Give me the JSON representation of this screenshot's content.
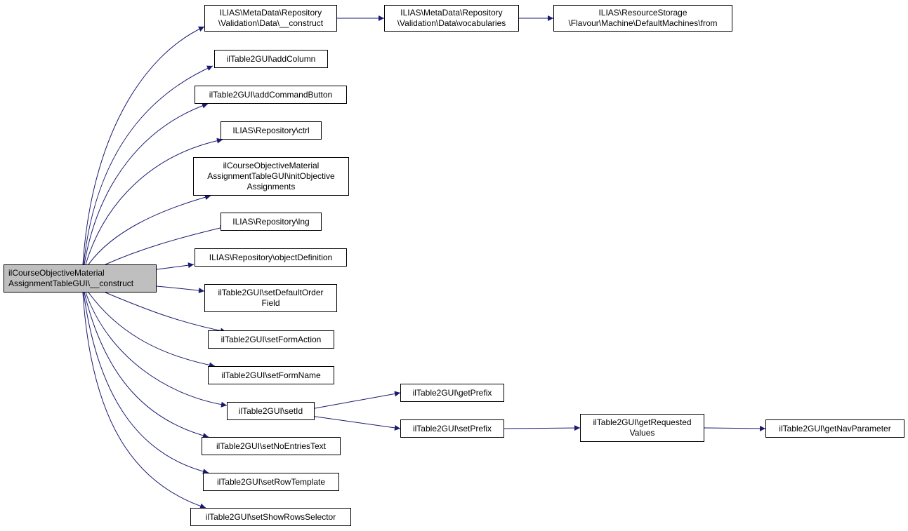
{
  "diagram": {
    "colors": {
      "edge": "#191970",
      "node_border": "#000000",
      "root_fill": "#bfbfbf",
      "node_fill": "#ffffff"
    },
    "root": {
      "id": "n0",
      "label": "ilCourseObjectiveMaterial\nAssignmentTableGUI\\__construct"
    },
    "nodes": [
      {
        "id": "n1",
        "label": "ILIAS\\MetaData\\Repository\n\\Validation\\Data\\__construct"
      },
      {
        "id": "n2",
        "label": "ILIAS\\MetaData\\Repository\n\\Validation\\Data\\vocabularies"
      },
      {
        "id": "n3",
        "label": "ILIAS\\ResourceStorage\n\\Flavour\\Machine\\DefaultMachines\\from"
      },
      {
        "id": "n4",
        "label": "ilTable2GUI\\addColumn"
      },
      {
        "id": "n5",
        "label": "ilTable2GUI\\addCommandButton"
      },
      {
        "id": "n6",
        "label": "ILIAS\\Repository\\ctrl"
      },
      {
        "id": "n7",
        "label": "ilCourseObjectiveMaterial\nAssignmentTableGUI\\initObjective\nAssignments"
      },
      {
        "id": "n8",
        "label": "ILIAS\\Repository\\lng"
      },
      {
        "id": "n9",
        "label": "ILIAS\\Repository\\objectDefinition"
      },
      {
        "id": "n10",
        "label": "ilTable2GUI\\setDefaultOrder\nField"
      },
      {
        "id": "n11",
        "label": "ilTable2GUI\\setFormAction"
      },
      {
        "id": "n12",
        "label": "ilTable2GUI\\setFormName"
      },
      {
        "id": "n13",
        "label": "ilTable2GUI\\setId"
      },
      {
        "id": "n14",
        "label": "ilTable2GUI\\getPrefix"
      },
      {
        "id": "n15",
        "label": "ilTable2GUI\\setPrefix"
      },
      {
        "id": "n16",
        "label": "ilTable2GUI\\getRequested\nValues"
      },
      {
        "id": "n17",
        "label": "ilTable2GUI\\getNavParameter"
      },
      {
        "id": "n18",
        "label": "ilTable2GUI\\setNoEntriesText"
      },
      {
        "id": "n19",
        "label": "ilTable2GUI\\setRowTemplate"
      },
      {
        "id": "n20",
        "label": "ilTable2GUI\\setShowRowsSelector"
      }
    ],
    "edges": [
      [
        "n0",
        "n1"
      ],
      [
        "n1",
        "n2"
      ],
      [
        "n2",
        "n3"
      ],
      [
        "n0",
        "n4"
      ],
      [
        "n0",
        "n5"
      ],
      [
        "n0",
        "n6"
      ],
      [
        "n0",
        "n7"
      ],
      [
        "n0",
        "n8"
      ],
      [
        "n0",
        "n9"
      ],
      [
        "n0",
        "n10"
      ],
      [
        "n0",
        "n11"
      ],
      [
        "n0",
        "n12"
      ],
      [
        "n0",
        "n13"
      ],
      [
        "n13",
        "n14"
      ],
      [
        "n13",
        "n15"
      ],
      [
        "n15",
        "n16"
      ],
      [
        "n16",
        "n17"
      ],
      [
        "n0",
        "n18"
      ],
      [
        "n0",
        "n19"
      ],
      [
        "n0",
        "n20"
      ]
    ]
  }
}
